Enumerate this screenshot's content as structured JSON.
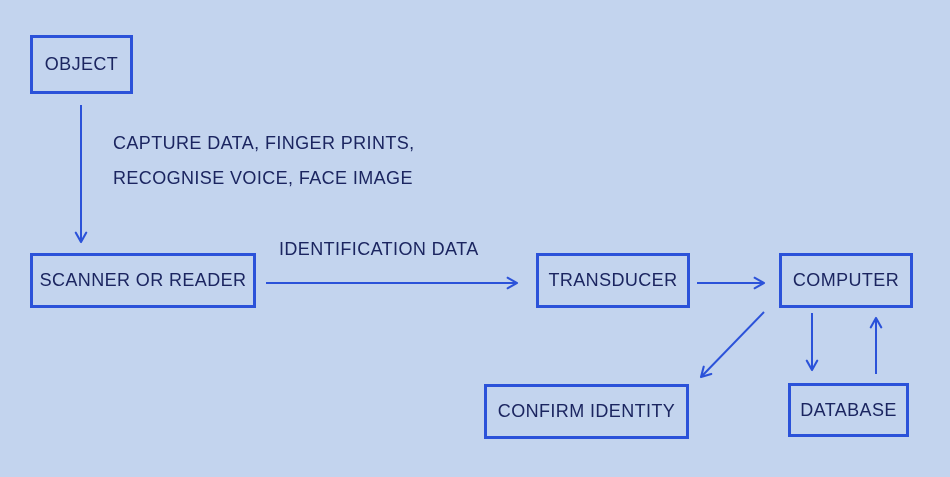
{
  "diagram": {
    "title": "biometric identification flowchart",
    "colors": {
      "background": "#c3d4ee",
      "box_border": "#2b52d9",
      "arrow": "#2b52d9",
      "text": "#1b2560"
    },
    "nodes": {
      "object": {
        "label": "OBJECT"
      },
      "scanner": {
        "label": "SCANNER OR READER"
      },
      "transducer": {
        "label": "TRANSDUCER"
      },
      "computer": {
        "label": "COMPUTER"
      },
      "confirm": {
        "label": "CONFIRM IDENTITY"
      },
      "database": {
        "label": "DATABASE"
      }
    },
    "annotations": {
      "capture_line1": "CAPTURE DATA, FINGER PRINTS,",
      "capture_line2": "RECOGNISE VOICE, FACE IMAGE",
      "identification": "IDENTIFICATION DATA"
    },
    "edges": [
      {
        "from": "object",
        "to": "scanner",
        "label": "capture data, finger prints, recognise voice, face image"
      },
      {
        "from": "scanner",
        "to": "transducer",
        "label": "identification data"
      },
      {
        "from": "transducer",
        "to": "computer",
        "label": ""
      },
      {
        "from": "computer",
        "to": "confirm",
        "label": ""
      },
      {
        "from": "computer",
        "to": "database",
        "label": ""
      },
      {
        "from": "database",
        "to": "computer",
        "label": ""
      }
    ]
  }
}
